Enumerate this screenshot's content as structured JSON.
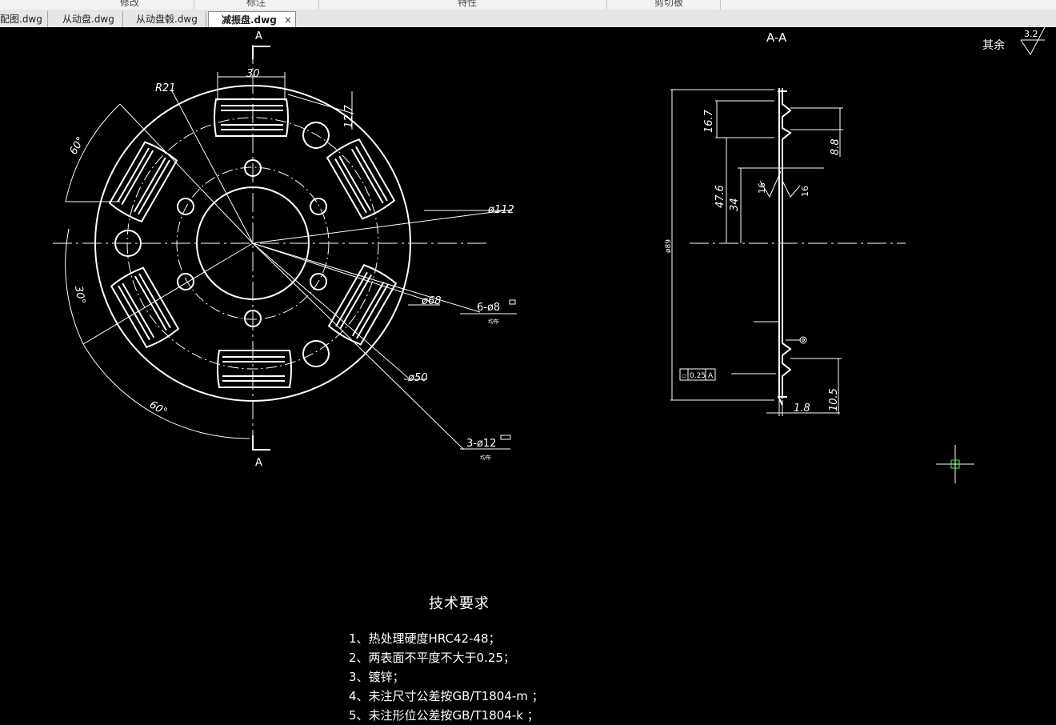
{
  "ribbon": {
    "groups": [
      "修改",
      "标注",
      "特性",
      "剪切板"
    ]
  },
  "tabs": [
    {
      "label": "配图.dwg",
      "active": false
    },
    {
      "label": "从动盘.dwg",
      "active": false
    },
    {
      "label": "从动盘毂.dwg",
      "active": false
    },
    {
      "label": "减振盘.dwg",
      "active": true,
      "close": "×"
    }
  ],
  "drawing": {
    "front_view": {
      "section_label_top": "A",
      "section_label_bottom": "A",
      "dim_width": "30",
      "dim_slot": "12.7",
      "dim_radius": "R21",
      "dim_angle_top": "60°",
      "dim_angle_left": "30°",
      "dim_angle_bottom": "60°",
      "dim_d112": "ø112",
      "dim_d68": "ø68",
      "dim_d50": "ø50",
      "holes_6": "6-ø8",
      "holes_6_note": "均布",
      "holes_3": "3-ø12",
      "holes_3_note": "均布"
    },
    "section_view": {
      "title": "A-A",
      "dim_16_7": "16.7",
      "dim_8_8": "8.8",
      "dim_47_6": "47.6",
      "dim_34": "34",
      "dim_16a": "16",
      "dim_16b": "16",
      "dim_phi": "ø89",
      "dim_1_8": "1.8",
      "dim_10_5": "10.5",
      "flatness_symbol": "⏥",
      "flatness_value": "0.25",
      "datum": "A"
    },
    "roughness": {
      "label": "其余",
      "value": "3.2"
    }
  },
  "notes": {
    "title": "技术要求",
    "items": [
      "1、热处理硬度HRC42-48；",
      "2、两表面不平度不大于0.25；",
      "3、镀锌；",
      "4、未注尺寸公差按GB/T1804-m  ；",
      "5、未注形位公差按GB/T1804-k  ；"
    ]
  }
}
